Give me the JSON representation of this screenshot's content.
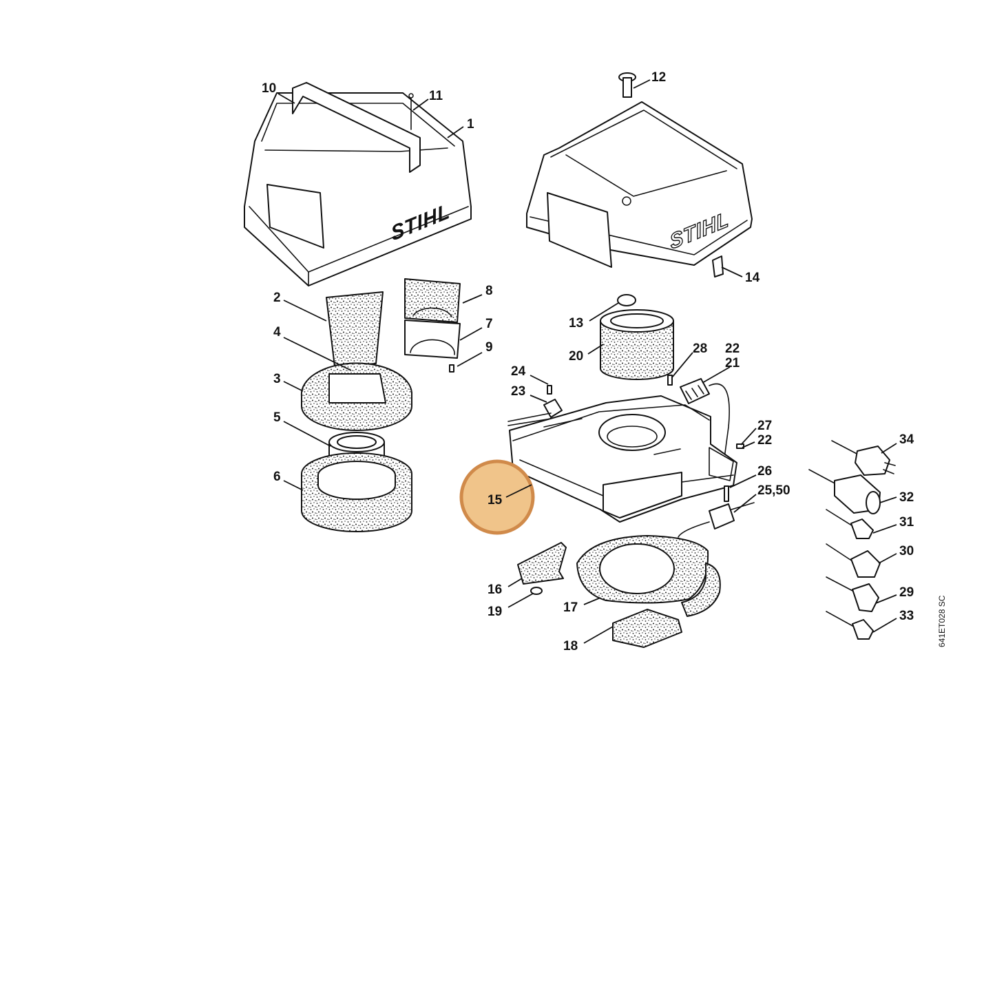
{
  "brand": "STIHL",
  "drawing_code": "641ET028 SC",
  "highlight": {
    "part": "15",
    "color": "#d08a4a",
    "fill": "#f0c48a"
  },
  "callouts": {
    "p1": "1",
    "p2": "2",
    "p3": "3",
    "p4": "4",
    "p5": "5",
    "p6": "6",
    "p7": "7",
    "p8": "8",
    "p9": "9",
    "p10": "10",
    "p11": "11",
    "p12": "12",
    "p13": "13",
    "p14": "14",
    "p15": "15",
    "p16": "16",
    "p17": "17",
    "p18": "18",
    "p19": "19",
    "p20": "20",
    "p21": "21",
    "p22a": "22",
    "p22b": "22",
    "p23": "23",
    "p24": "24",
    "p25_50": "25,50",
    "p26": "26",
    "p27": "27",
    "p28": "28",
    "p29": "29",
    "p30": "30",
    "p31": "31",
    "p32": "32",
    "p33": "33",
    "p34": "34"
  }
}
